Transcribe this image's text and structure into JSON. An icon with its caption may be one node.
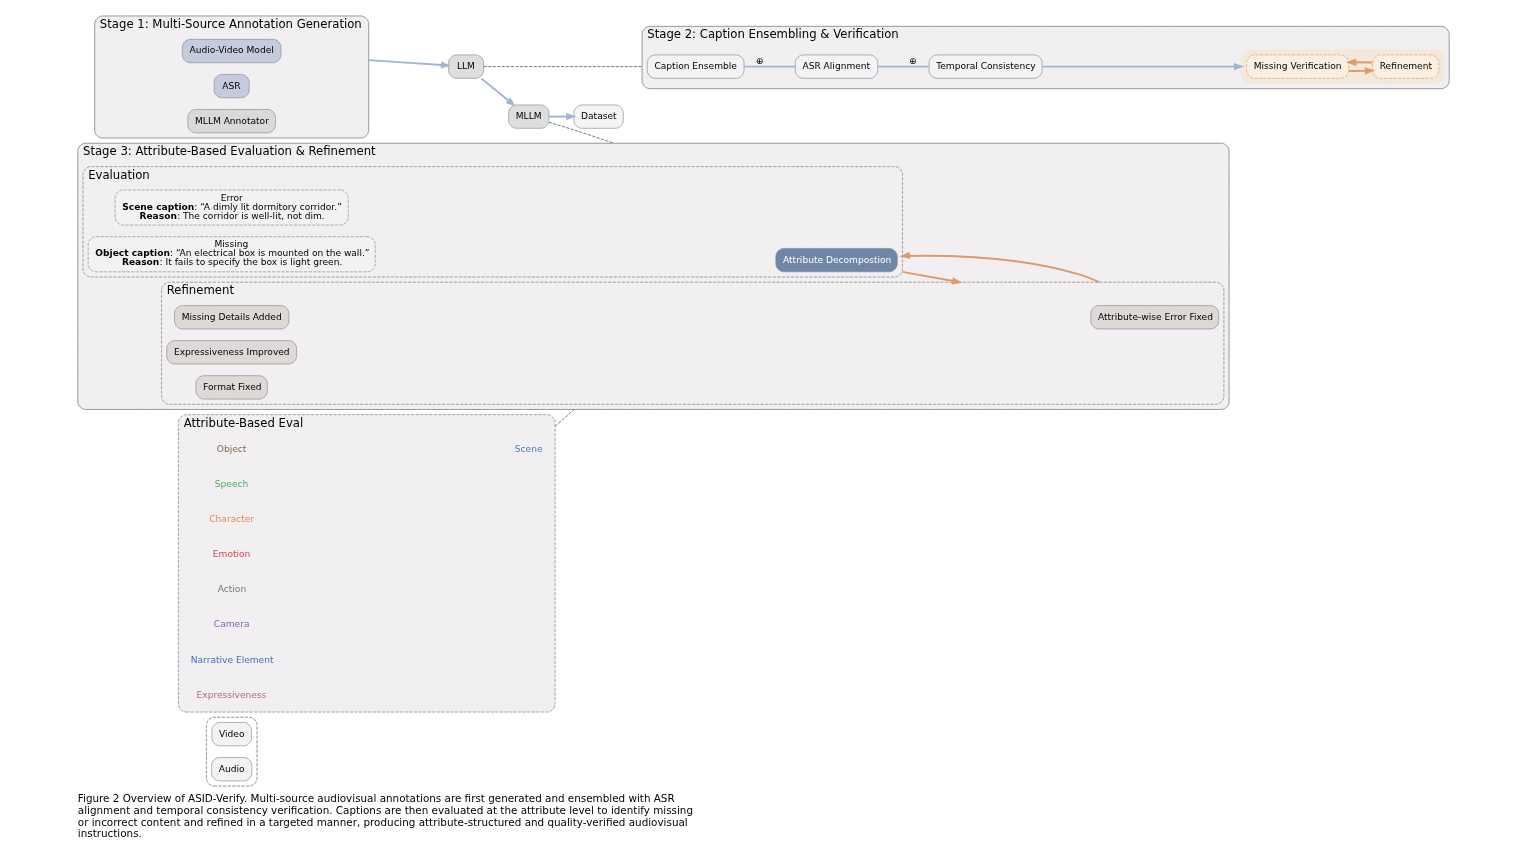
{
  "diagram": {
    "caption": "Figure 2 Overview of ASID-Verify. Multi-source audiovisual annotations are first generated and ensembled with ASR alignment and temporal consistency verification. Captions are then evaluated at the attribute level to identify missing or incorrect content and refined in a targeted manner, producing attribute-structured and quality-verified audiovisual instructions.",
    "nodes": [
      {
        "text": [],
        "shape": "box"
      },
      {
        "text": [
          "Video"
        ],
        "in": 0
      },
      {
        "text": [
          "Audio"
        ],
        "in": 0
      },
      {
        "text": [
          "Stage 1: Multi-Source Annotation Generation"
        ]
      },
      {
        "text": [
          "Audio-Video Model"
        ],
        "in": 3
      },
      {
        "text": [
          "ASR"
        ],
        "in": 3
      },
      {
        "text": [
          "MLLM Annotator"
        ],
        "in": 3
      },
      {
        "text": [
          "Stage 2: Caption Ensembling & Verification"
        ]
      },
      {
        "text": [
          "Caption Ensemble"
        ],
        "in": 7
      },
      {
        "text": [
          "ASR Alignment"
        ],
        "in": 7
      },
      {
        "text": [
          "Temporal Consistency"
        ],
        "in": 7
      },
      {
        "text": [],
        "shape": "box",
        "in": 7
      },
      {
        "text": [
          "Missing Verification"
        ],
        "in": 11
      },
      {
        "text": [
          "Refinement"
        ],
        "in": 11
      },
      {
        "text": [
          "LLM"
        ]
      },
      {
        "text": [
          "MLLM"
        ]
      },
      {
        "text": [
          "Dataset"
        ]
      },
      {
        "text": [
          "Stage 3: Attribute-Based Evaluation & Refinement"
        ]
      },
      {
        "text": [
          "Evaluation"
        ],
        "in": 17
      },
      {
        "text": [
          "Attribute Decompostion"
        ],
        "in": 18
      },
      {
        "text": [
          "Error",
          "**Scene caption**: “A dimly lit dormitory corridor.”",
          "**Reason**: The corridor is well-lit, not dim."
        ],
        "in": 18
      },
      {
        "text": [
          "Missing",
          "**Object caption**: “An electrical box is mounted on the wall.”",
          "**Reason**: It fails to specify the box is light green."
        ],
        "in": 18
      },
      {
        "text": [
          "Refinement"
        ],
        "in": 17
      },
      {
        "text": [
          "Attribute-wise Error Fixed"
        ],
        "in": 22
      },
      {
        "text": [
          "Missing Details Added"
        ],
        "in": 22
      },
      {
        "text": [
          "Expressiveness Improved"
        ],
        "in": 22
      },
      {
        "text": [
          "Format Fixed"
        ],
        "in": 22
      },
      {
        "text": [
          "Attribute-Based Eval"
        ]
      }
    ],
    "edges": [
      {
        "from": 3,
        "to": 14,
        "arrow": "to"
      },
      {
        "from": 14,
        "to": 15,
        "arrow": "to"
      },
      {
        "from": 15,
        "to": 16,
        "arrow": "to"
      },
      {
        "from": 10,
        "to": 11,
        "arrow": "to"
      },
      {
        "from": 12,
        "to": 13,
        "arrow": "to",
        "color": "#e0996a"
      },
      {
        "from": 13,
        "to": 12,
        "arrow": "to",
        "color": "#e0996a"
      },
      {
        "from": 14,
        "to": 7,
        "arrow": "none",
        "style": "dashed",
        "color": "#555555"
      },
      {
        "from": 15,
        "to": 17,
        "arrow": "none",
        "style": "dashed",
        "color": "#555555"
      },
      {
        "from": 27,
        "to": 17,
        "arrow": "none",
        "style": "dashed",
        "color": "#555555"
      },
      {
        "from": 18,
        "to": 22,
        "arrow": "to",
        "color": "#e0996a"
      },
      {
        "from": 22,
        "to": 18,
        "arrow": "to",
        "color": "#e0996a"
      },
      {
        "from": 8,
        "to": 9,
        "arrow": "none",
        "label": "⊕"
      },
      {
        "from": 9,
        "to": 10,
        "arrow": "none",
        "label": "⊕"
      }
    ],
    "labels": [
      "Scene",
      "Object",
      "Speech",
      "Character",
      "Emotion",
      "Action",
      "Camera",
      "Narrative Element",
      "Expressiveness"
    ]
  }
}
